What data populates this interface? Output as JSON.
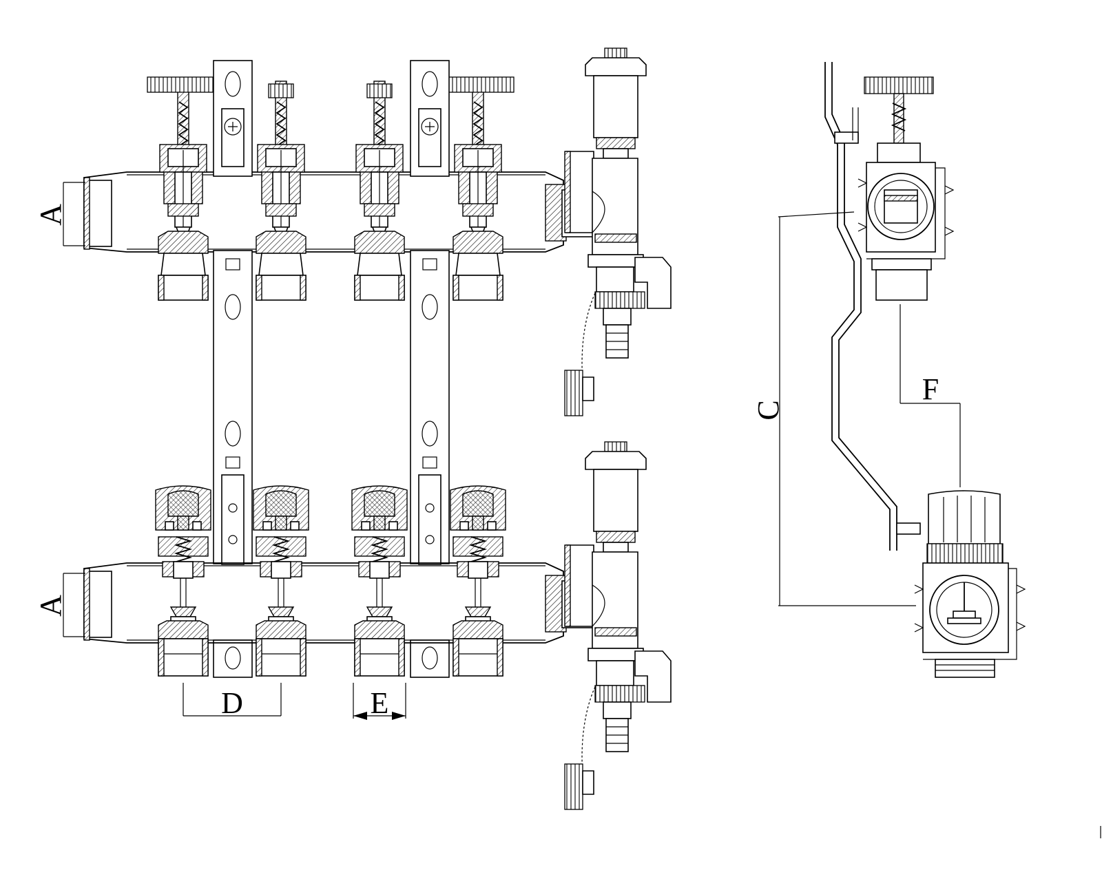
{
  "dimension_labels": {
    "a_top": "A",
    "a_bottom": "A",
    "c": "C",
    "d": "D",
    "e": "E",
    "f": "F"
  },
  "line_color": "#000000",
  "background_color": "#ffffff"
}
